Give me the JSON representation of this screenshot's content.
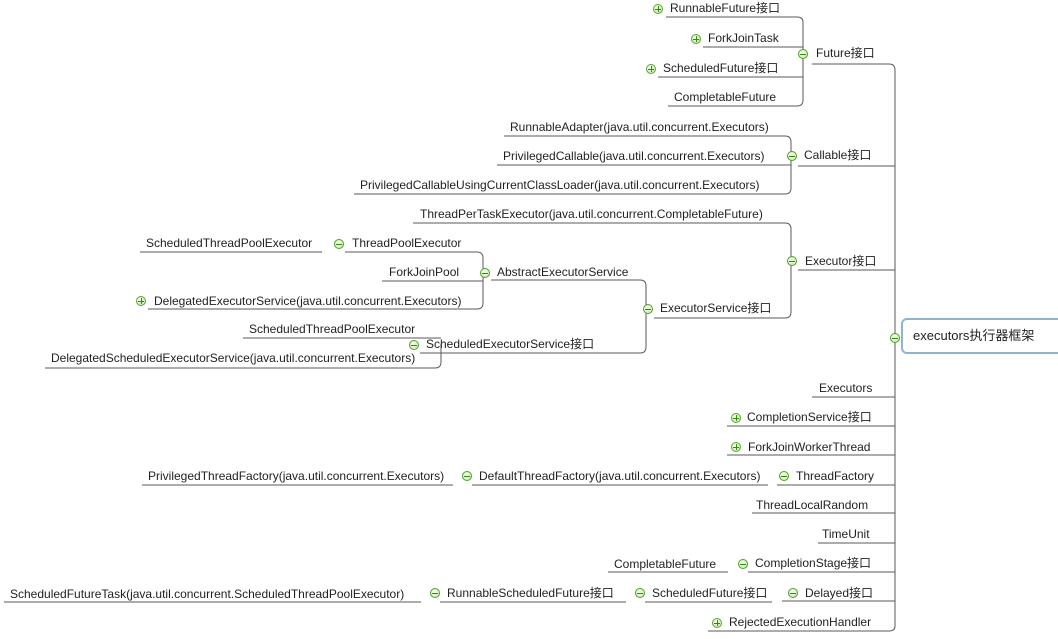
{
  "root": {
    "label": "executors执行器框架"
  },
  "nodes": {
    "future": "Future接口",
    "runnable_future": "RunnableFuture接口",
    "fork_join_task": "ForkJoinTask",
    "scheduled_future": "ScheduledFuture接口",
    "completable_future": "CompletableFuture",
    "callable": "Callable接口",
    "runnable_adapter": "RunnableAdapter(java.util.concurrent.Executors)",
    "privileged_callable": "PrivilegedCallable(java.util.concurrent.Executors)",
    "privileged_callable_ccl": "PrivilegedCallableUsingCurrentClassLoader(java.util.concurrent.Executors)",
    "executor": "Executor接口",
    "thread_per_task_executor": "ThreadPerTaskExecutor(java.util.concurrent.CompletableFuture)",
    "executor_service": "ExecutorService接口",
    "abstract_executor_service": "AbstractExecutorService",
    "thread_pool_executor": "ThreadPoolExecutor",
    "scheduled_thread_pool_executor_a": "ScheduledThreadPoolExecutor",
    "fork_join_pool": "ForkJoinPool",
    "delegated_executor_service": "DelegatedExecutorService(java.util.concurrent.Executors)",
    "scheduled_executor_service": "ScheduledExecutorService接口",
    "scheduled_thread_pool_executor_b": "ScheduledThreadPoolExecutor",
    "delegated_scheduled_executor_service": "DelegatedScheduledExecutorService(java.util.concurrent.Executors)",
    "executors": "Executors",
    "completion_service": "CompletionService接口",
    "fork_join_worker_thread": "ForkJoinWorkerThread",
    "thread_factory": "ThreadFactory",
    "default_thread_factory": "DefaultThreadFactory(java.util.concurrent.Executors)",
    "privileged_thread_factory": "PrivilegedThreadFactory(java.util.concurrent.Executors)",
    "thread_local_random": "ThreadLocalRandom",
    "time_unit": "TimeUnit",
    "completion_stage": "CompletionStage接口",
    "completable_future_b": "CompletableFuture",
    "delayed": "Delayed接口",
    "scheduled_future_b": "ScheduledFuture接口",
    "runnable_scheduled_future": "RunnableScheduledFuture接口",
    "scheduled_future_task": "ScheduledFutureTask(java.util.concurrent.ScheduledThreadPoolExecutor)",
    "rejected_execution_handler": "RejectedExecutionHandler"
  },
  "colors": {
    "line": "#555555",
    "toggle": "#4f9d2a",
    "root_border": "#8fb4d0"
  }
}
